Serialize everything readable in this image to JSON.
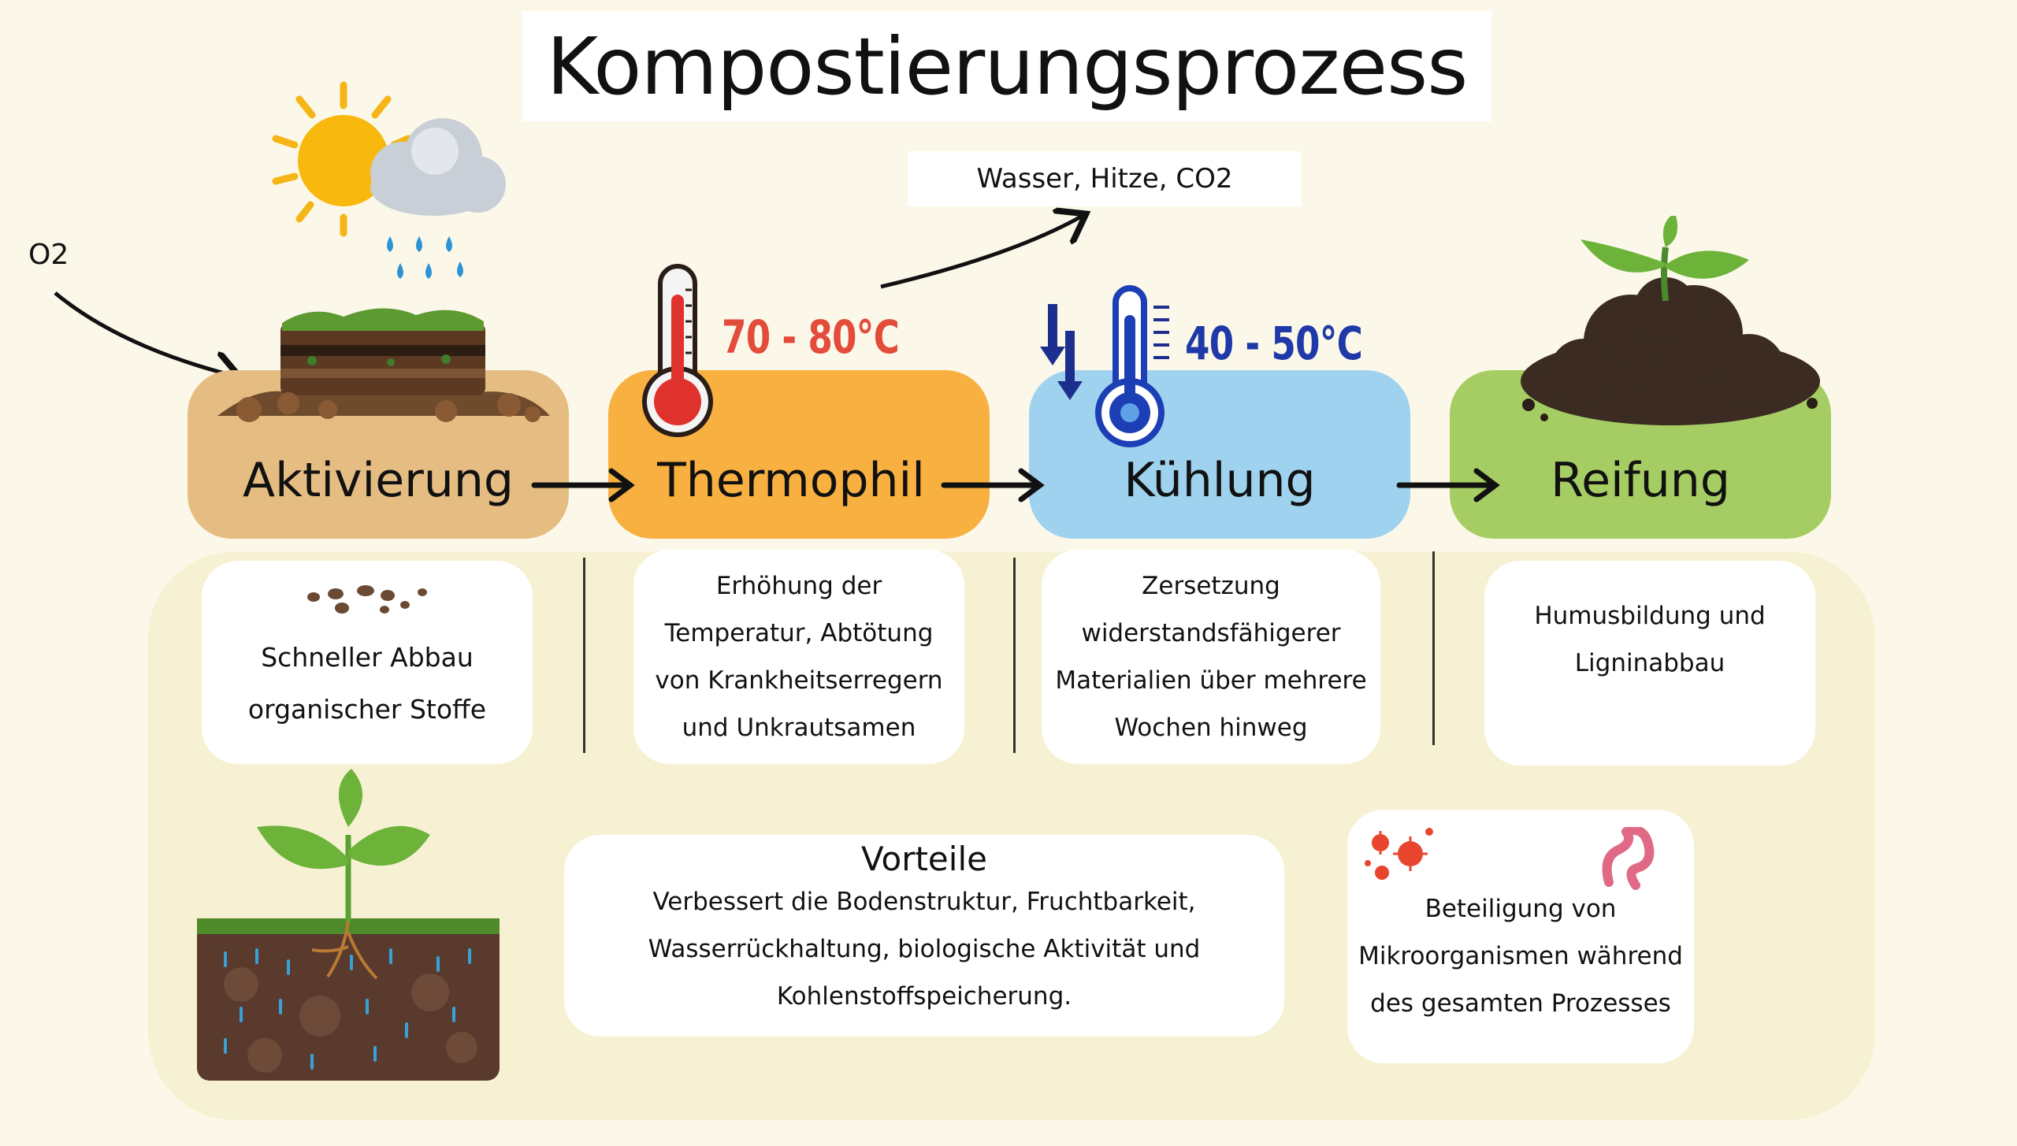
{
  "title": "Kompostierungsprozess",
  "outputs_label": "Wasser, Hitze, CO2",
  "input_label": "O2",
  "stages": [
    {
      "label": "Aktivierung",
      "color": "#e5bd82",
      "description": "Schneller Abbau organischer Stoffe"
    },
    {
      "label": "Thermophil",
      "color": "#f8b041",
      "temperature": "70 - 80°C",
      "temperature_color": "#e34b3b",
      "description": "Erhöhung der Temperatur, Abtötung von Krankheitserregern und Unkrautsamen"
    },
    {
      "label": "Kühlung",
      "color": "#9fd2ee",
      "temperature": "40 - 50°C",
      "temperature_color": "#1f3aa8",
      "description": "Zersetzung widerstandsfähigerer Materialien über mehrere Wochen hinweg"
    },
    {
      "label": "Reifung",
      "color": "#a6cd63",
      "description": "Humusbildung und Ligninabbau"
    }
  ],
  "benefits": {
    "title": "Vorteile",
    "text": "Verbessert die Bodenstruktur, Fruchtbarkeit, Wasserrückhaltung, biologische Aktivität und Kohlenstoffspeicherung."
  },
  "microorganisms": "Beteiligung von Mikroorganismen während des gesamten Prozesses",
  "icons": [
    "sun-cloud-rain-icon",
    "compost-pile-icon",
    "thermometer-hot-icon",
    "thermometer-cold-icon",
    "seedling-humus-icon",
    "seeds-icon",
    "plant-soil-icon",
    "bacteria-icon",
    "worm-icon"
  ]
}
